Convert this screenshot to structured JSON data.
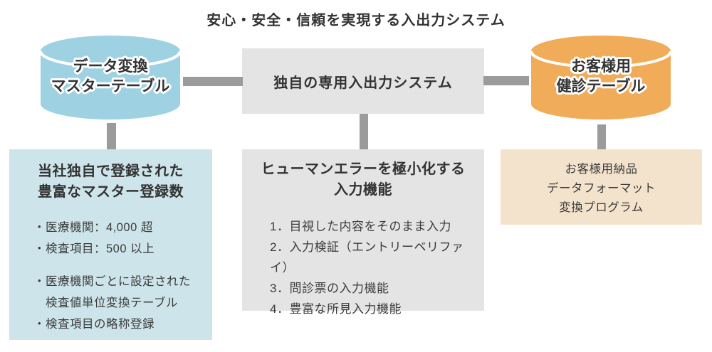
{
  "title": "安心・安全・信頼を実現する入出力システム",
  "colors": {
    "master_cylinder": "#9ed2e3",
    "customer_cylinder": "#f0ac59",
    "system_box": "#e4e4e4",
    "master_detail_box": "#cde5ea",
    "delivery_box": "#f3e3cd",
    "connector": "#9b9b9b",
    "text": "#333333"
  },
  "master_table": {
    "line1": "データ変換",
    "line2": "マスターテーブル"
  },
  "system": {
    "label": "独自の専用入出力システム"
  },
  "customer_table": {
    "line1": "お客様用",
    "line2": "健診テーブル"
  },
  "master_detail": {
    "heading_line1": "当社独自で登録された",
    "heading_line2": "豊富なマスター登録数",
    "items": [
      "・医療機関：4,000 超",
      "・検査項目：500 以上",
      "・医療機関ごとに設定された",
      "検査値単位変換テーブル",
      "・検査項目の略称登録"
    ]
  },
  "input_features": {
    "heading_line1": "ヒューマンエラーを極小化する",
    "heading_line2": "入力機能",
    "items": [
      "1．目視した内容をそのまま入力",
      "2．入力検証（エントリーベリファイ）",
      "3．問診票の入力機能",
      "4．豊富な所見入力機能"
    ]
  },
  "delivery": {
    "lines": [
      "お客様用納品",
      "データフォーマット",
      "変換プログラム"
    ]
  }
}
